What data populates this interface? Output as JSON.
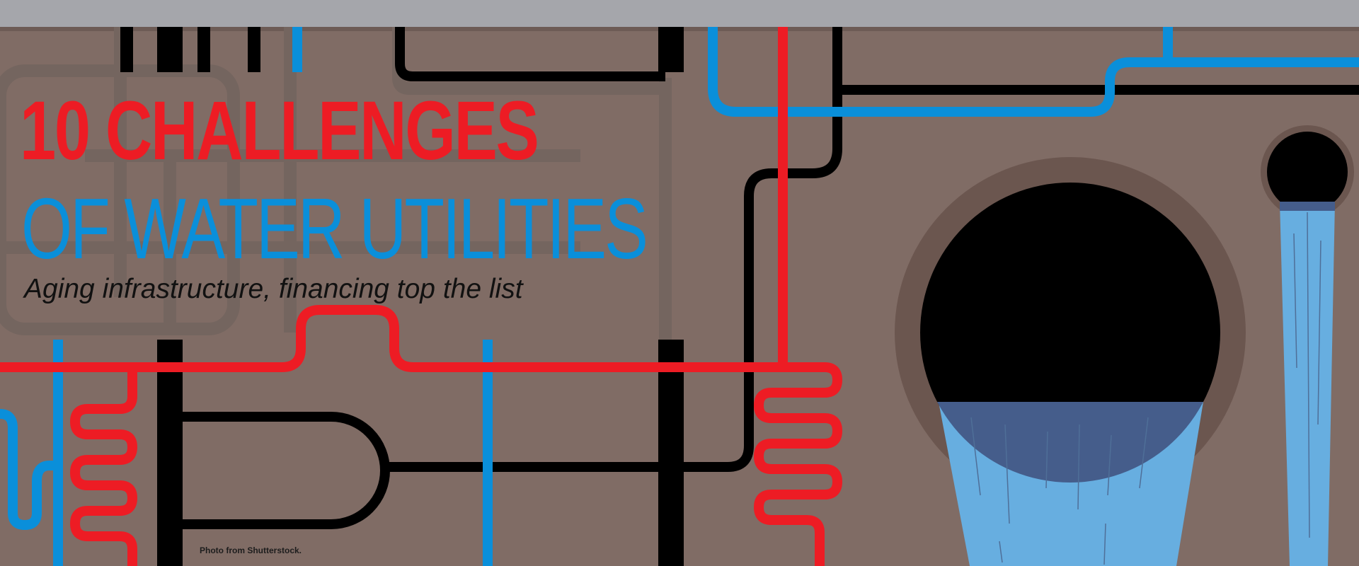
{
  "headline": {
    "line1": "10 CHALLENGES",
    "line2": "OF WATER UTILITIES",
    "subtitle": "Aging infrastructure, financing top the list"
  },
  "credit": "Photo from Shutterstock.",
  "colors": {
    "background": "#806c65",
    "top_band": "#a5a6ab",
    "pipe_red": "#ed1c24",
    "pipe_blue": "#0a8fda",
    "pipe_black": "#000000",
    "pipe_ghost": "#74655f",
    "water_light": "#67aee0",
    "water_dark": "#455d8b",
    "pipe_rim": "#6b564f"
  },
  "icons": [
    "large-drain-pipe-icon",
    "small-drain-pipe-icon",
    "water-stream-icon"
  ]
}
